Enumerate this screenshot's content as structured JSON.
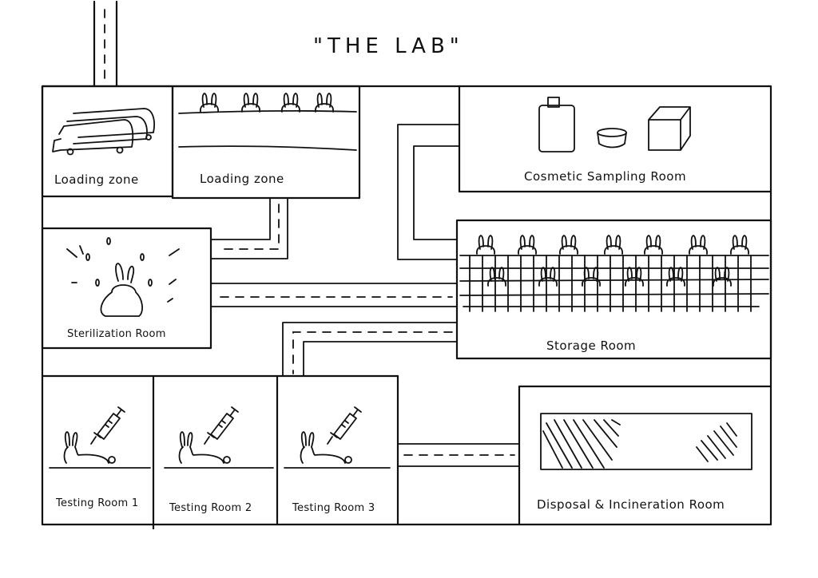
{
  "title": "\"THE LAB\"",
  "rooms": {
    "loading_zone_1": "Loading zone",
    "loading_zone_2": "Loading zone",
    "cosmetic_sampling": "Cosmetic Sampling Room",
    "sterilization": "Sterilization Room",
    "storage": "Storage Room",
    "testing_1": "Testing Room 1",
    "testing_2": "Testing Room 2",
    "testing_3": "Testing Room 3",
    "disposal": "Disposal & Incineration Room"
  },
  "icons": {
    "truck": "truck-icon",
    "rabbit": "rabbit-icon",
    "syringe": "syringe-icon",
    "cage": "cage-icon",
    "container": "container-icon"
  },
  "colors": {
    "ink": "#111111",
    "paper": "#ffffff"
  }
}
